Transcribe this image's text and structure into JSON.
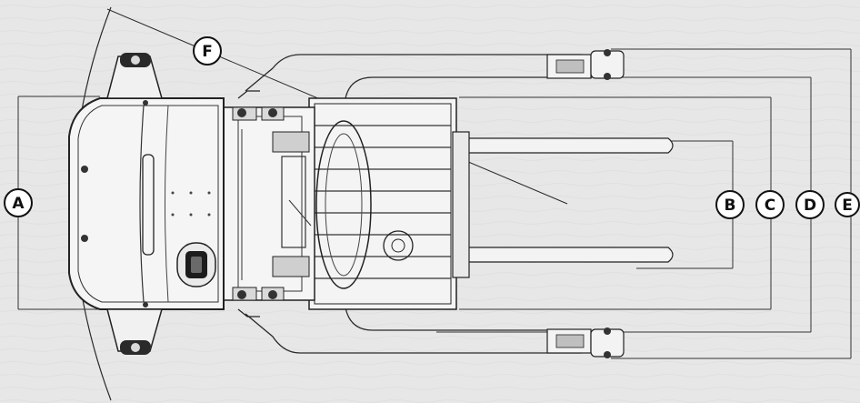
{
  "diagram": {
    "colors": {
      "background": "#e7e7e7",
      "line": "#2a2a2a",
      "body": "#f2f2f2",
      "dark": "#1c1c1c"
    },
    "labels": {
      "A": "A",
      "B": "B",
      "C": "C",
      "D": "D",
      "E": "E",
      "F": "F"
    }
  }
}
